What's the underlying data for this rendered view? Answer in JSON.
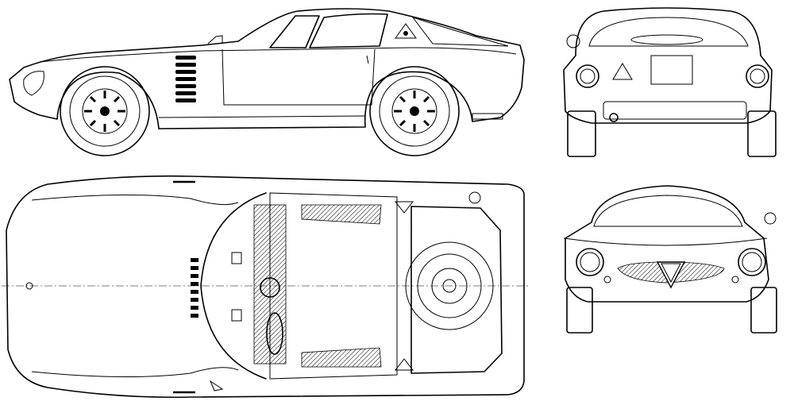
{
  "drawing": {
    "views": [
      {
        "id": "side",
        "label": ""
      },
      {
        "id": "top",
        "label": ""
      },
      {
        "id": "rear",
        "label": ""
      },
      {
        "id": "front",
        "label": ""
      }
    ],
    "colors": {
      "line": "#000000",
      "background": "#ffffff"
    }
  }
}
